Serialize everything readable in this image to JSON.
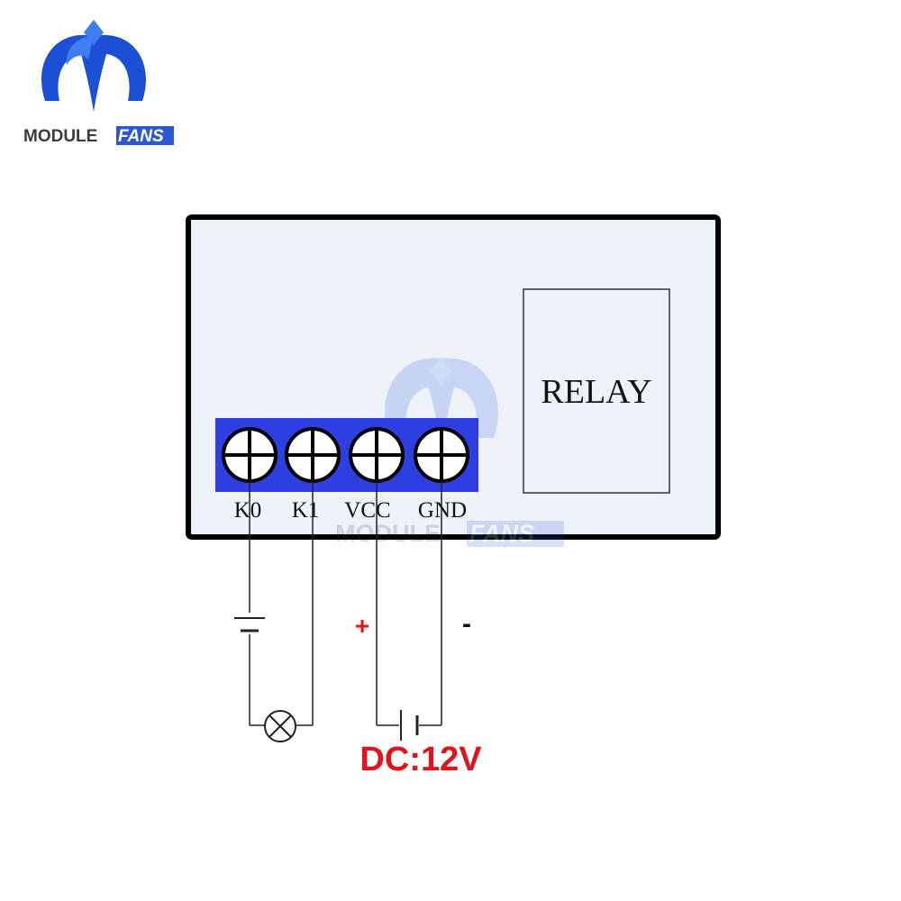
{
  "logo": {
    "text_main": "MODULE",
    "text_accent": "FANS",
    "colors": {
      "blue": "#1a4fd6",
      "light_blue": "#3f7df0",
      "accent_box": "#2a57d8"
    }
  },
  "watermark": {
    "text_main": "MODULE",
    "text_accent": "FANS"
  },
  "board": {
    "fill": "#eef3fa",
    "relay_label": "RELAY",
    "terminal_block_color": "#2d3fe0",
    "terminals": [
      {
        "label": "K0"
      },
      {
        "label": "K1"
      },
      {
        "label": "VCC"
      },
      {
        "label": "GND"
      }
    ]
  },
  "power": {
    "plus": "+",
    "minus": "-",
    "label": "DC:12V",
    "label_color": "#e0141c"
  },
  "icons": [
    "module-fans-logo-icon",
    "screw-terminal-icon",
    "battery-symbol-icon",
    "lamp-symbol-icon"
  ]
}
